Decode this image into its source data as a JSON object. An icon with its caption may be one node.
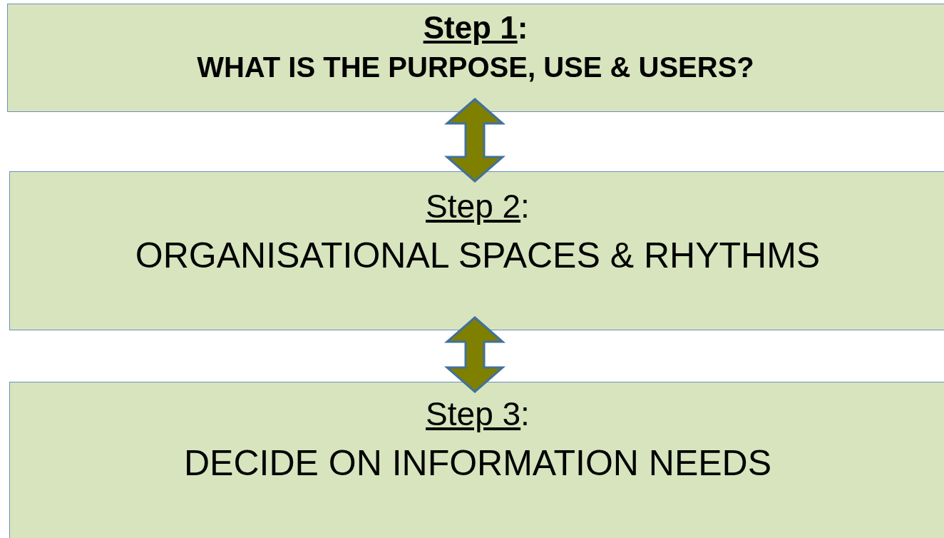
{
  "diagram": {
    "nodes": [
      {
        "text": [
          "Step 1:",
          "WHAT IS THE PURPOSE, USE & USERS?"
        ]
      },
      {
        "text": [
          "Step 2:",
          "ORGANISATIONAL SPACES & RHYTHMS"
        ]
      },
      {
        "text": [
          "Step 3:",
          "DECIDE ON INFORMATION NEEDS"
        ]
      }
    ],
    "edges": [
      {
        "from": 0,
        "to": 1,
        "arrow": "both",
        "style": "thick"
      },
      {
        "from": 1,
        "to": 2,
        "arrow": "both",
        "style": "thick"
      }
    ]
  }
}
